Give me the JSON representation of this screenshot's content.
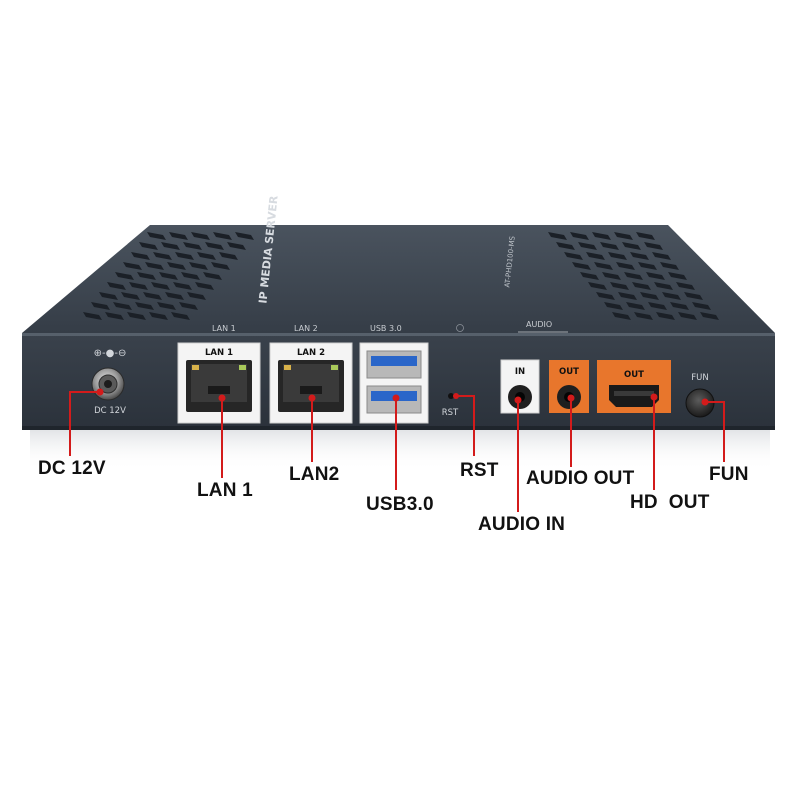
{
  "device": {
    "top_brand": "IP MEDIA SERVER",
    "top_model": "AT-PHD100-MS",
    "panel_labels": {
      "power_symbol": "⊕-●-⊖",
      "dc": "DC 12V",
      "lan1_top": "LAN 1",
      "lan2_top": "LAN 2",
      "usb_top": "USB 3.0",
      "lan1_port": "LAN 1",
      "lan2_port": "LAN 2",
      "rst": "RST",
      "audio_group": "AUDIO",
      "audio_in": "IN",
      "audio_out": "OUT",
      "hd_out": "OUT",
      "fun": "FUN"
    }
  },
  "callouts": {
    "dc": "DC 12V",
    "lan1": "LAN 1",
    "lan2": "LAN2",
    "usb": "USB3.0",
    "rst": "RST",
    "audio_in": "AUDIO IN",
    "audio_out": "AUDIO OUT",
    "hd_out": "HD  OUT",
    "fun": "FUN"
  },
  "colors": {
    "chassis_top": "#3d4651",
    "chassis_front": "#343c46",
    "port_white": "#f4f4f4",
    "accent_orange": "#e8762c",
    "usb_blue": "#2a66c9",
    "leader_red": "#d31b1b",
    "callout_text": "#111111"
  }
}
